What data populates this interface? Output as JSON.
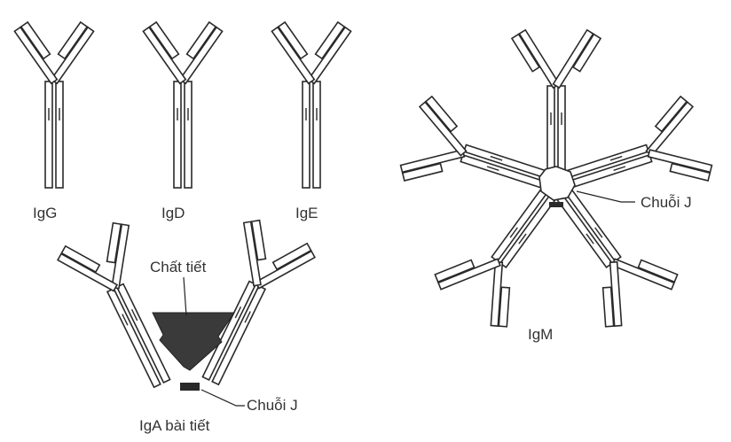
{
  "labels": {
    "igg": "IgG",
    "igd": "IgD",
    "ige": "IgE",
    "igm": "IgM",
    "iga": "IgA bài tiết",
    "secretory_component": "Chất tiết",
    "j_chain_igm": "Chuỗi J",
    "j_chain_iga": "Chuỗi J"
  },
  "colors": {
    "line": "#2a2a2a",
    "text": "#333333",
    "secretory_fill": "#3a3a3a"
  }
}
